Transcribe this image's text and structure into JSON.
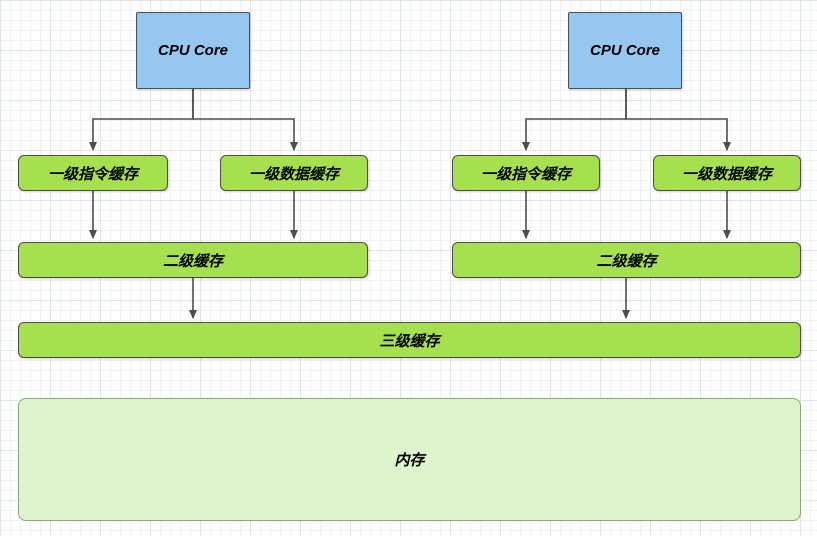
{
  "nodes": {
    "cpu_core_left": "CPU Core",
    "cpu_core_right": "CPU Core",
    "l1_instruction_left": "一级指令缓存",
    "l1_data_left": "一级数据缓存",
    "l1_instruction_right": "一级指令缓存",
    "l1_data_right": "一级数据缓存",
    "l2_left": "二级缓存",
    "l2_right": "二级缓存",
    "l3": "三级缓存",
    "memory": "内存"
  },
  "colors": {
    "cpu_fill": "#97c7f1",
    "cpu_border": "#4d4d4d",
    "cache_fill": "#a6e04f",
    "cache_border": "#4d4d4d",
    "memory_fill": "#dff3cf",
    "memory_border": "#8ca878",
    "arrow_color": "#4d4d4d",
    "grid_minor": "#eef2f3",
    "grid_major": "#dfe6e8"
  }
}
